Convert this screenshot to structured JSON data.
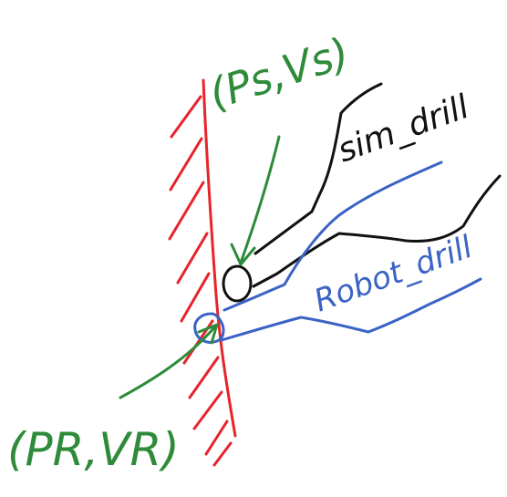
{
  "labels": {
    "sim_state": "(Ps,Vs)",
    "sim_drill": "sim_drill",
    "robot_drill": "Robot_drill",
    "robot_state": "(PR,VR)"
  },
  "colors": {
    "wall": "#e8232a",
    "sim": "#111111",
    "robot": "#3b63c4",
    "arrow": "#2e8b3a"
  }
}
